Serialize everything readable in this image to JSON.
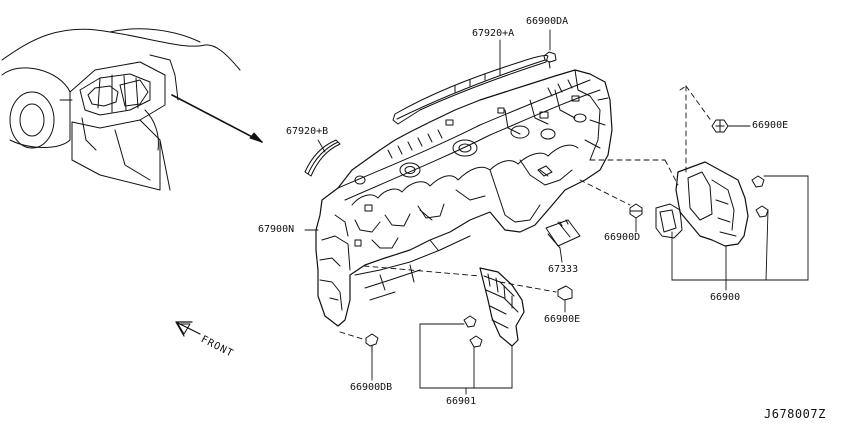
{
  "diagram": {
    "part_labels": {
      "p66900DA": "66900DA",
      "p67920A": "67920+A",
      "p66900E_top": "66900E",
      "p67920B": "67920+B",
      "p67900N": "67900N",
      "p66900D": "66900D",
      "p67333": "67333",
      "p66900": "66900",
      "p66900E_bottom": "66900E",
      "p66900DB": "66900DB",
      "p66901": "66901"
    },
    "direction_label": "FRONT",
    "reference_code": "J678007Z"
  }
}
